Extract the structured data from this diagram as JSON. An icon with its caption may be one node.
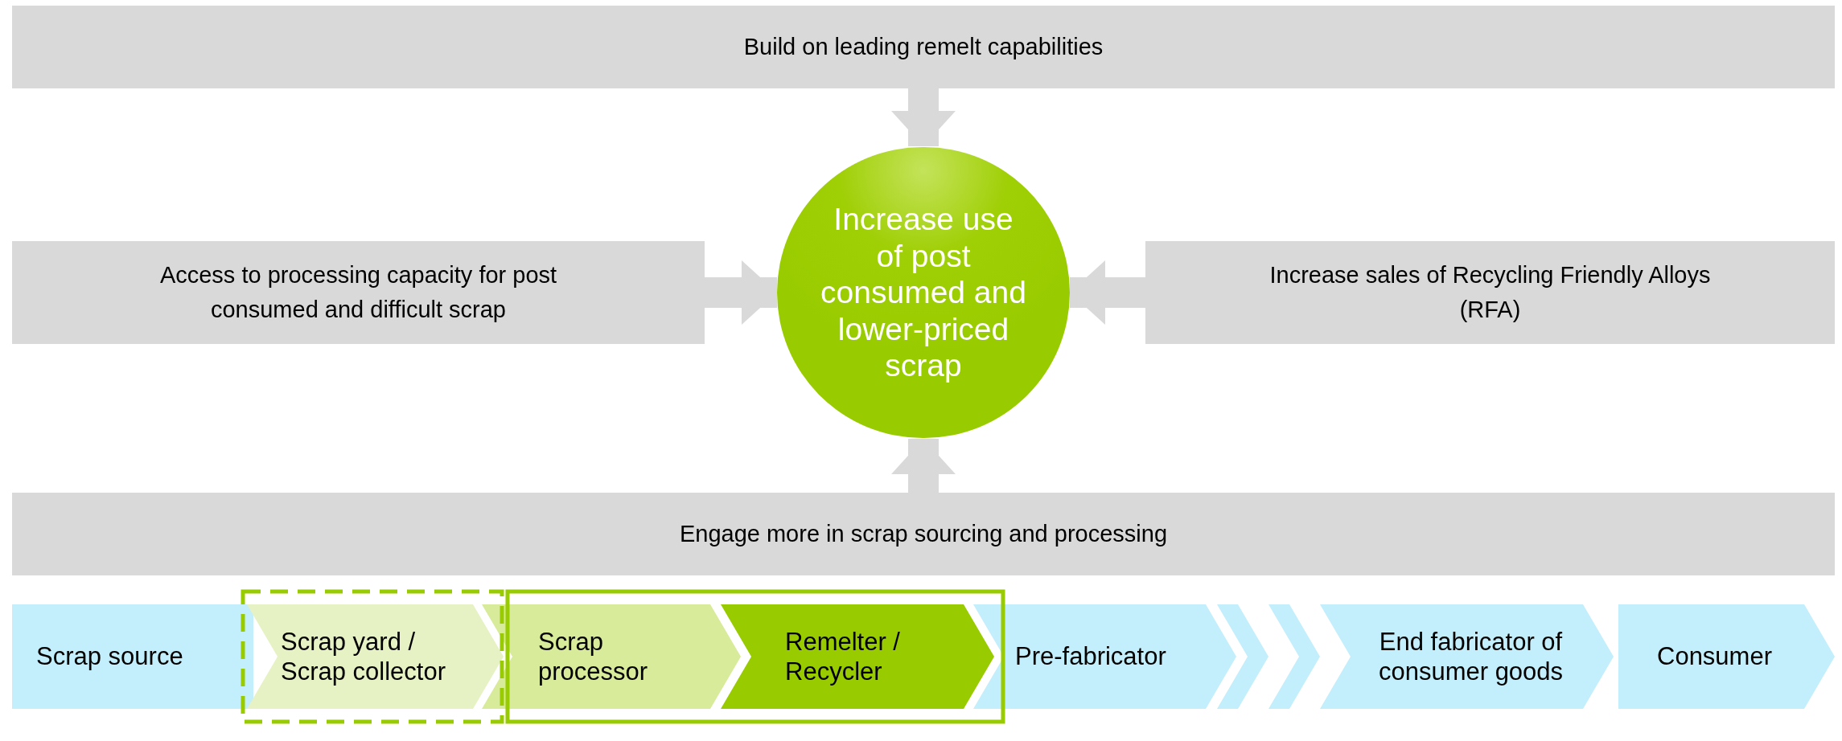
{
  "diagram": {
    "nodes": [
      {
        "text": [
          "Build on leading remelt capabilities"
        ]
      },
      {
        "text": [
          "Increase use of post consumed and lower-priced scrap"
        ]
      },
      {
        "text": [
          "Access to processing capacity for post consumed and difficult scrap"
        ]
      },
      {
        "text": [
          "Increase sales of Recycling Friendly Alloys (RFA)"
        ]
      },
      {
        "text": [
          "Engage more in scrap sourcing and processing"
        ]
      },
      {
        "text": [
          "Scrap source"
        ]
      },
      {
        "text": [
          "Scrap yard / Scrap collector"
        ]
      },
      {
        "text": [
          "Scrap processor"
        ]
      },
      {
        "text": [
          "Remelter / Recycler"
        ]
      },
      {
        "text": [
          "Pre-fabricator"
        ]
      },
      {
        "text": [],
        "shape": "chevron"
      },
      {
        "text": [],
        "shape": "chevron"
      },
      {
        "text": [
          "End fabricator of consumer goods"
        ]
      },
      {
        "text": [
          "Consumer"
        ]
      }
    ],
    "edges": [
      {
        "from": 0,
        "to": 1,
        "arrow": "to"
      },
      {
        "from": 2,
        "to": 1,
        "arrow": "to"
      },
      {
        "from": 3,
        "to": 1,
        "arrow": "to"
      },
      {
        "from": 4,
        "to": 1,
        "arrow": "to"
      }
    ]
  }
}
